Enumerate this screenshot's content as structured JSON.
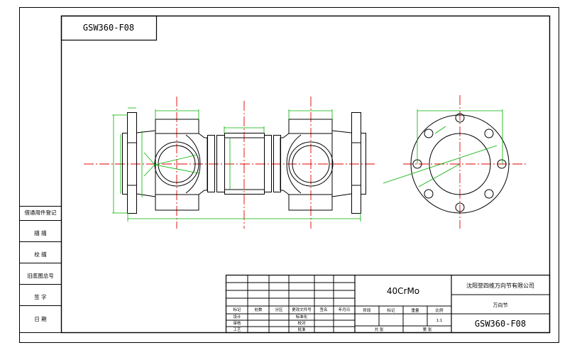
{
  "drawing_code": "GSW360-F08",
  "side_panel": [
    {
      "label": "借通用件登记"
    },
    {
      "label": "描 描"
    },
    {
      "label": "校 描"
    },
    {
      "label": "旧底图总号"
    },
    {
      "label": "签 字"
    },
    {
      "label": "日 期"
    }
  ],
  "title_block": {
    "material": "40CrMo",
    "company": "沈阳誉四维万向节有限公司",
    "part_name": "万向节",
    "code": "GSW360-F08",
    "scale": "1:1",
    "revision_header": [
      "标记",
      "处数",
      "分区",
      "更改文件号",
      "签名",
      "年月日"
    ],
    "stage_header": [
      "阶段",
      "标记",
      "重量",
      "比例"
    ],
    "design_rows": [
      {
        "role": "设计",
        "check": "标准化"
      },
      {
        "role": "审核",
        "check": "校对"
      },
      {
        "role": "工艺",
        "check": "批准"
      }
    ],
    "sheets": {
      "total": "共 张",
      "index": "第 张"
    }
  },
  "colors": {
    "outline": "#000000",
    "dimension": "#00b000",
    "centerline": "#e00000"
  }
}
